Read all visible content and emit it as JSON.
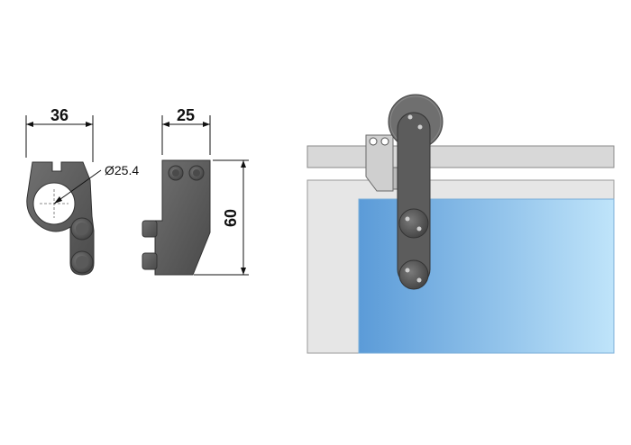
{
  "dimensions": {
    "clamp_width": "36",
    "bracket_width": "25",
    "bracket_height": "60",
    "tube_diameter": "Ø25.4"
  },
  "colors": {
    "part_dark": "#555555",
    "part_mid": "#6a6a6a",
    "rail_fill": "#d8d8d8",
    "wall_fill": "#e6e6e6",
    "glass_left": "#5b9bd8",
    "glass_right": "#bfe4fa",
    "dim_line": "#111111"
  }
}
